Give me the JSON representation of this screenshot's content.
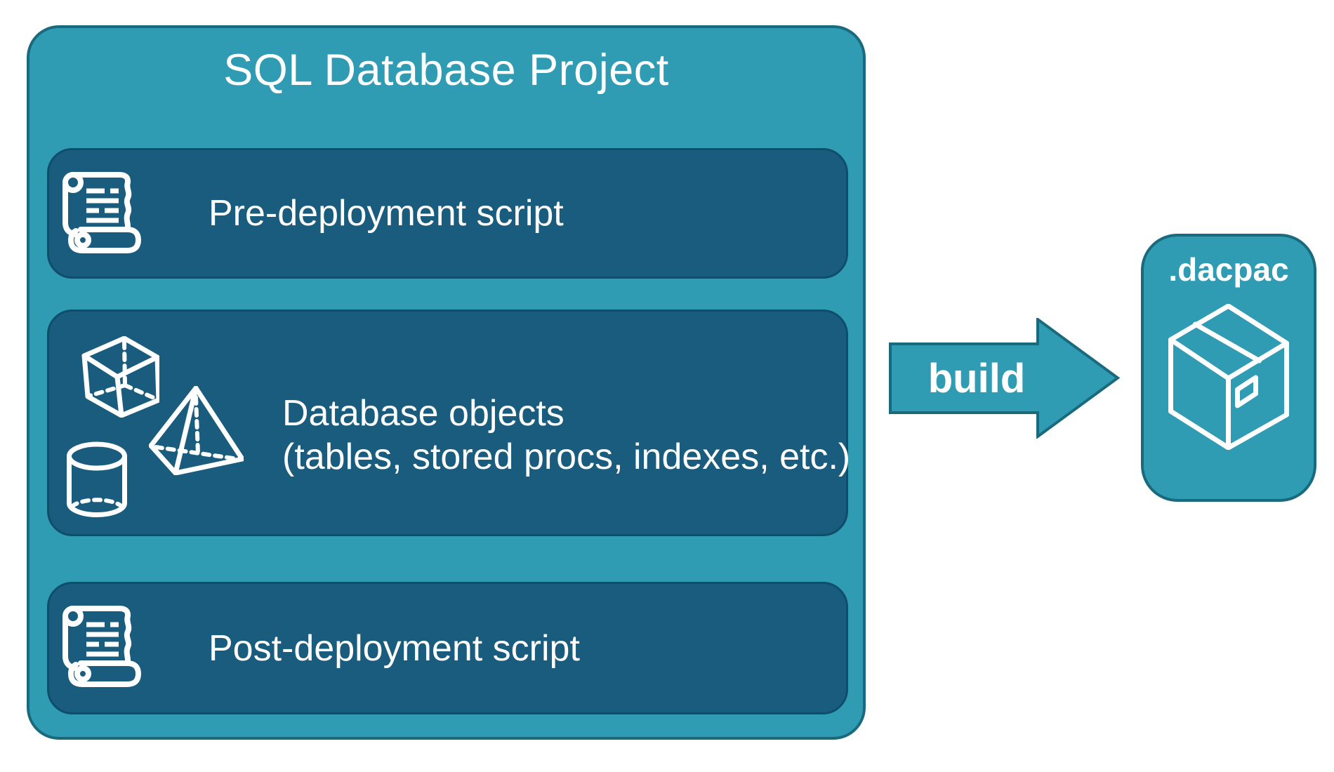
{
  "colors": {
    "background": "#FFFFFF",
    "teal": "#2F9CB4",
    "teal_border": "#1A6A7D",
    "panel": "#195C7D",
    "panel_border": "#0F4E6B",
    "text": "#FFFFFF"
  },
  "project": {
    "title": "SQL Database Project",
    "items": [
      {
        "id": "pre-deployment",
        "label": "Pre-deployment script",
        "icon": "scroll-icon"
      },
      {
        "id": "database-objects",
        "label_line1": "Database objects",
        "label_line2": "(tables, stored procs, indexes, etc.)",
        "icons": [
          "cube-icon",
          "pyramid-icon",
          "cylinder-icon"
        ]
      },
      {
        "id": "post-deployment",
        "label": "Post-deployment script",
        "icon": "scroll-icon"
      }
    ]
  },
  "arrow": {
    "label": "build",
    "direction": "right"
  },
  "output": {
    "title": ".dacpac",
    "icon": "package-icon"
  }
}
